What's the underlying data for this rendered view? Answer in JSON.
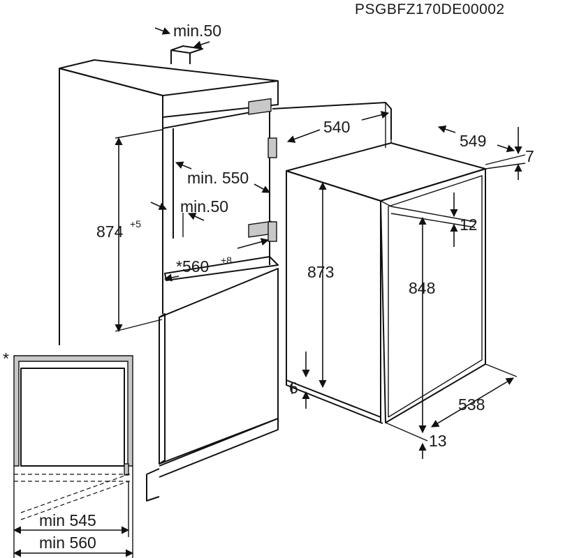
{
  "code": "PSGBFZ170DE00002",
  "niche": {
    "top_gap": "min.50",
    "height": "874",
    "height_tol": "+5",
    "depth": "min. 550",
    "vent_gap": "min.50",
    "width": "*560",
    "width_tol": "+8"
  },
  "appliance": {
    "door_open": "540",
    "depth": "549",
    "top_offset": "7",
    "hinge_offset": "12",
    "height": "873",
    "door_height": "848",
    "foot": "6",
    "body_depth": "538",
    "door_offset": "13"
  },
  "plan": {
    "asterisk": "*",
    "inner": "min 545",
    "outer": "min 560"
  }
}
